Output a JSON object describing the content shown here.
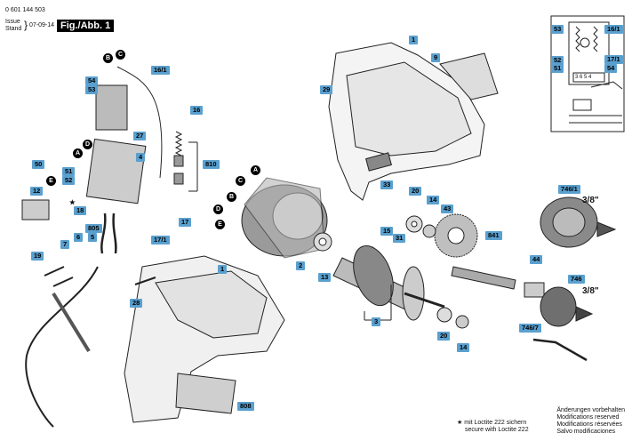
{
  "header": {
    "part_number": "0 601 144 503",
    "issue_label": "Issue",
    "stand_label": "Stand",
    "issue_date": "07-09-14",
    "figure_label": "Fig./Abb. 1"
  },
  "callouts": {
    "c1_top": "1",
    "c9": "9",
    "c29": "29",
    "c33": "33",
    "c16_1": "16/1",
    "c16": "16",
    "c54": "54",
    "c53": "53",
    "c27": "27",
    "c4": "4",
    "c810": "810",
    "c51": "51",
    "c52": "52",
    "c50": "50",
    "c12": "12",
    "c18": "18",
    "c17": "17",
    "c17_1": "17/1",
    "c7": "7",
    "c6": "6",
    "c805": "805",
    "c5": "5",
    "c19": "19",
    "c2": "2",
    "c13": "13",
    "c20_top": "20",
    "c14_top": "14",
    "c43": "43",
    "c15": "15",
    "c31": "31",
    "c841": "841",
    "c3": "3",
    "c20_bot": "20",
    "c14_bot": "14",
    "c1_bottom": "1",
    "c28": "28",
    "c808": "808",
    "c44": "44",
    "c746_1": "746/1",
    "c746": "746",
    "c746_7": "746/7",
    "w53": "53",
    "w16_1": "16/1",
    "w52": "52",
    "w51": "51",
    "w17_1": "17/1",
    "w54": "54"
  },
  "wire_markers": [
    "A",
    "B",
    "C",
    "D",
    "E"
  ],
  "chuck_size": "3/8\"",
  "schematic_terminals": "3 6 5 4",
  "loctite_note": [
    "mit Loctite 222 sichern",
    "secure with Loctite 222"
  ],
  "modification_notes": [
    "Änderungen vorbehalten",
    "Modifications reserved",
    "Modifications réservées",
    "Salvo modificaciones"
  ]
}
